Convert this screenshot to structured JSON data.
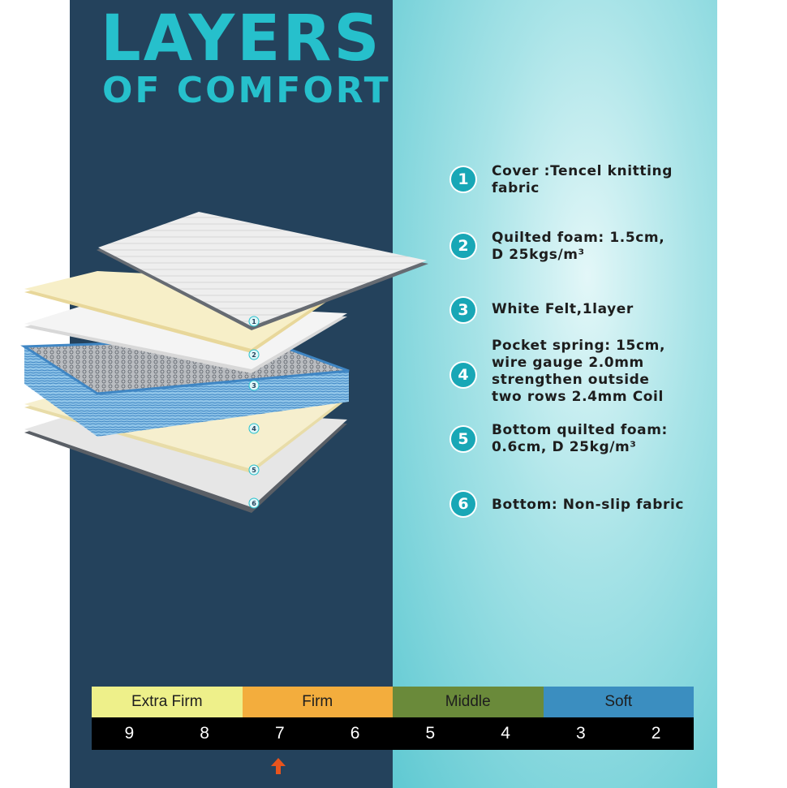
{
  "header": {
    "title_line1": "LAYERS",
    "title_line2": "OF COMFORT"
  },
  "colors": {
    "panel_left": "#24425c",
    "accent": "#26c0cc",
    "badge": "#18a7b6",
    "scale_extra_firm": "#eef08a",
    "scale_firm": "#f3ad3d",
    "scale_middle": "#6a8a3a",
    "scale_soft": "#3b8ec0",
    "arrow": "#e8541d"
  },
  "diagram": {
    "callouts": [
      "1",
      "2",
      "3",
      "4",
      "5",
      "6"
    ]
  },
  "layers": [
    {
      "number": "1",
      "text": "Cover :Tencel knitting\nfabric"
    },
    {
      "number": "2",
      "text": "Quilted foam: 1.5cm,\nD 25kgs/m³"
    },
    {
      "number": "3",
      "text": "White Felt,1layer"
    },
    {
      "number": "4",
      "text": "Pocket spring: 15cm,\nwire gauge 2.0mm\nstrengthen outside\ntwo rows 2.4mm Coil"
    },
    {
      "number": "5",
      "text": "Bottom quilted foam:\n0.6cm,  D 25kg/m³"
    },
    {
      "number": "6",
      "text": "Bottom: Non-slip  fabric"
    }
  ],
  "firmness_scale": {
    "labels": [
      "Extra Firm",
      "Firm",
      "Middle",
      "Soft"
    ],
    "numbers": [
      "9",
      "8",
      "7",
      "6",
      "5",
      "4",
      "3",
      "2"
    ],
    "indicated_value": "7"
  }
}
